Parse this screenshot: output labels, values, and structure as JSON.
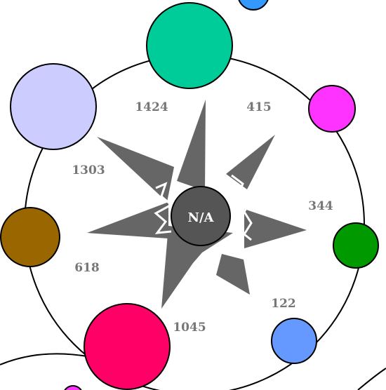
{
  "hub": {
    "label": "N/A",
    "color": "#555555"
  },
  "ring_color": "#000000",
  "arrow_color": "#666666",
  "flows": [
    {
      "value": "1424"
    },
    {
      "value": "415"
    },
    {
      "value": "344"
    },
    {
      "value": "122"
    },
    {
      "value": "1045"
    },
    {
      "value": "618"
    },
    {
      "value": "1303"
    }
  ],
  "nodes": [
    {
      "name": "node-top",
      "color": "#00CC99"
    },
    {
      "name": "node-upper-right",
      "color": "#FF33FF"
    },
    {
      "name": "node-right",
      "color": "#009900"
    },
    {
      "name": "node-lower-right",
      "color": "#6699FF"
    },
    {
      "name": "node-bottom",
      "color": "#FF0066"
    },
    {
      "name": "node-left",
      "color": "#996600"
    },
    {
      "name": "node-upper-left",
      "color": "#CCCCFF"
    },
    {
      "name": "node-offscreen-top",
      "color": "#3399FF"
    },
    {
      "name": "node-offscreen-bottom",
      "color": "#FF33FF"
    }
  ]
}
